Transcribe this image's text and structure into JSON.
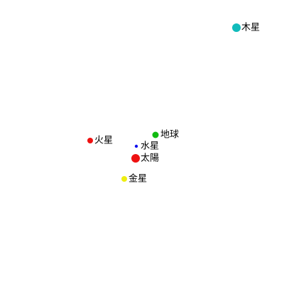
{
  "bodies": [
    {
      "key": "sun",
      "label": "太陽",
      "color": "#ee1111"
    },
    {
      "key": "mercury",
      "label": "水星",
      "color": "#1111ee"
    },
    {
      "key": "venus",
      "label": "金星",
      "color": "#eeee11"
    },
    {
      "key": "earth",
      "label": "地球",
      "color": "#11bb11"
    },
    {
      "key": "mars",
      "label": "火星",
      "color": "#ee1111"
    },
    {
      "key": "jupiter",
      "label": "木星",
      "color": "#11bbbb"
    }
  ]
}
